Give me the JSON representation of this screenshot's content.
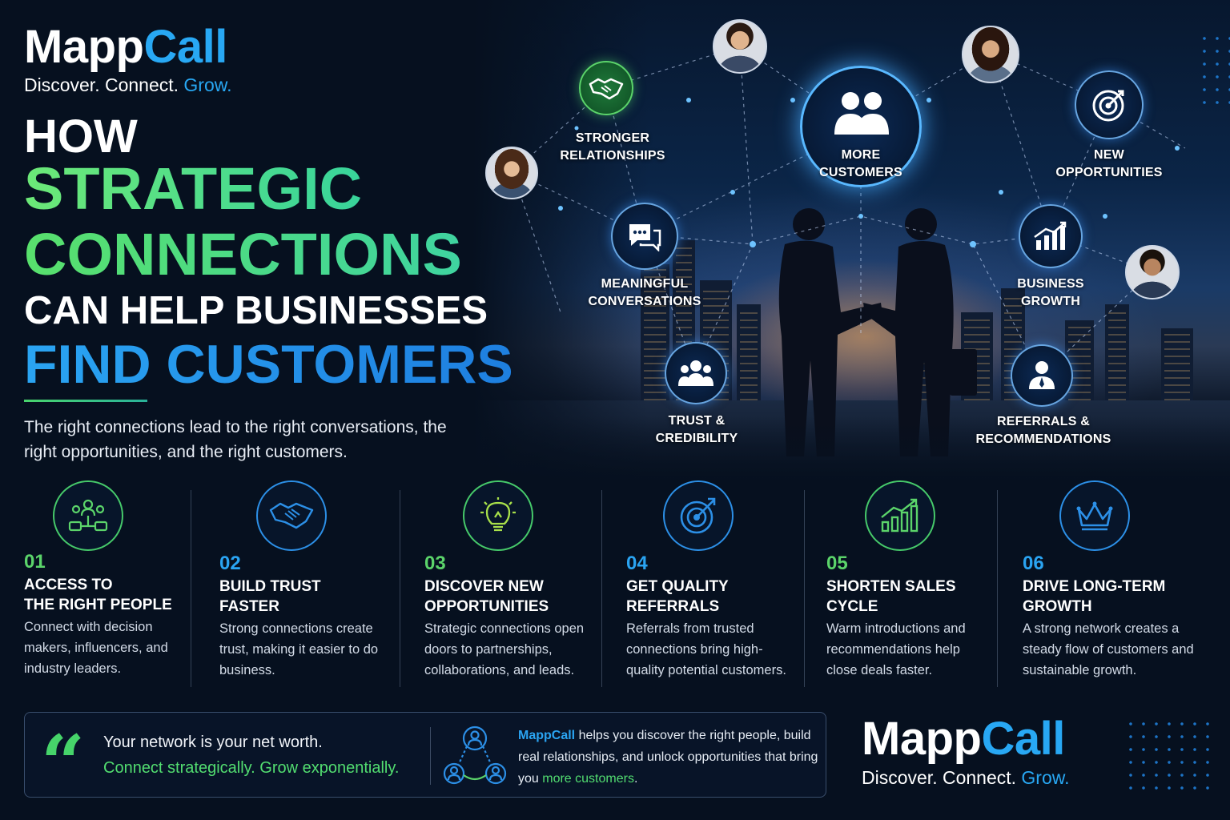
{
  "brand": {
    "name_part1": "Mapp",
    "name_part2": "Call",
    "tagline_part1": "Discover. Connect. ",
    "tagline_part2": "Grow."
  },
  "headline": {
    "line1": "HOW",
    "line2": "STRATEGIC",
    "line3": "CONNECTIONS",
    "line4": "CAN HELP BUSINESSES",
    "line5": "FIND CUSTOMERS"
  },
  "subtitle": "The right connections lead to the right conversations, the right opportunities, and the right customers.",
  "network": {
    "center": {
      "label_line1": "MORE",
      "label_line2": "CUSTOMERS",
      "icon": "people-icon"
    },
    "nodes": [
      {
        "id": "stronger-relationships",
        "line1": "STRONGER",
        "line2": "RELATIONSHIPS",
        "icon": "handshake-icon"
      },
      {
        "id": "new-opportunities",
        "line1": "NEW",
        "line2": "OPPORTUNITIES",
        "icon": "target-icon"
      },
      {
        "id": "meaningful-conversations",
        "line1": "MEANINGFUL",
        "line2": "CONVERSATIONS",
        "icon": "chat-icon"
      },
      {
        "id": "business-growth",
        "line1": "BUSINESS",
        "line2": "GROWTH",
        "icon": "bar-chart-icon"
      },
      {
        "id": "trust-credibility",
        "line1": "TRUST &",
        "line2": "CREDIBILITY",
        "icon": "group-icon"
      },
      {
        "id": "referrals-recommendations",
        "line1": "REFERRALS &",
        "line2": "RECOMMENDATIONS",
        "icon": "person-icon"
      }
    ]
  },
  "features": [
    {
      "num": "01",
      "title_line1": "ACCESS TO",
      "title_line2": "THE RIGHT PEOPLE",
      "desc": "Connect with decision makers, influencers, and industry leaders.",
      "icon": "network-people-icon"
    },
    {
      "num": "02",
      "title_line1": "BUILD TRUST",
      "title_line2": "FASTER",
      "desc": "Strong connections create trust, making it easier to do business.",
      "icon": "handshake-icon"
    },
    {
      "num": "03",
      "title_line1": "DISCOVER NEW",
      "title_line2": "OPPORTUNITIES",
      "desc": "Strategic connections open doors to partnerships, collaborations, and leads.",
      "icon": "lightbulb-icon"
    },
    {
      "num": "04",
      "title_line1": "GET QUALITY",
      "title_line2": "REFERRALS",
      "desc": "Referrals from trusted connections bring high-quality potential customers.",
      "icon": "target-icon"
    },
    {
      "num": "05",
      "title_line1": "SHORTEN SALES",
      "title_line2": "CYCLE",
      "desc": "Warm introductions and recommendations help close deals faster.",
      "icon": "growth-chart-icon"
    },
    {
      "num": "06",
      "title_line1": "DRIVE LONG-TERM",
      "title_line2": "GROWTH",
      "desc": "A strong network creates a steady flow of customers and sustainable growth.",
      "icon": "crown-icon"
    }
  ],
  "quote": {
    "line1": "Your network is your net worth.",
    "line2": "Connect strategically. Grow exponentially.",
    "pitch_brand": "MappCall",
    "pitch_text": " helps you discover the right people, build real relationships, and unlock opportunities that bring you ",
    "pitch_highlight": "more customers",
    "pitch_end": "."
  },
  "colors": {
    "background": "#06101f",
    "green": "#52dd70",
    "blue": "#2aa4f2",
    "white": "#ffffff"
  }
}
